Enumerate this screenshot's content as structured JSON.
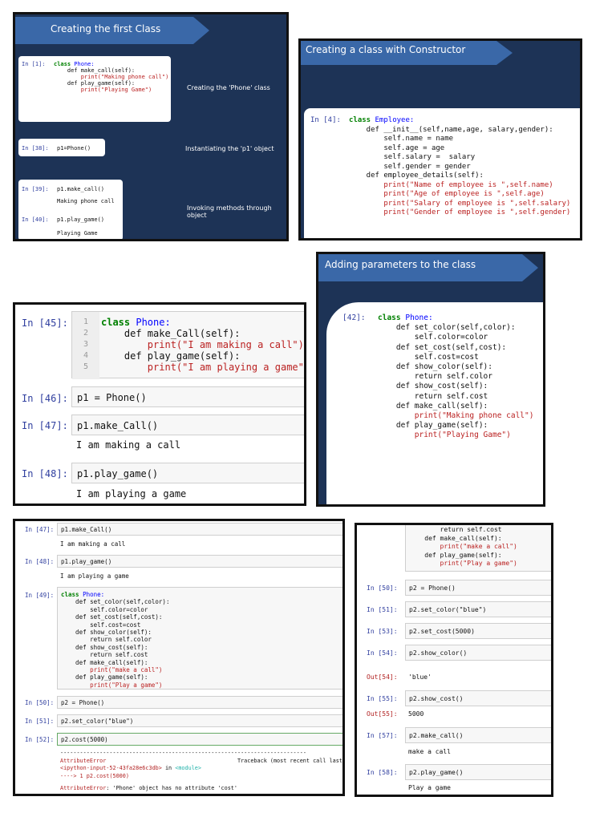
{
  "panel1": {
    "title": "Creating the first Class",
    "cells": [
      {
        "prompt": "In [1]:",
        "lines": [
          "class Phone:",
          "",
          "    def make_call(self):",
          "        print(\"Making phone call\")",
          "",
          "    def play_game(self):",
          "        print(\"Playing Game\")"
        ]
      },
      {
        "prompt": "In [38]:",
        "lines": [
          "p1=Phone()"
        ]
      },
      {
        "prompt": "In [39]:",
        "lines": [
          "p1.make_call()"
        ],
        "output": "Making phone call"
      },
      {
        "prompt": "In [40]:",
        "lines": [
          "p1.play_game()"
        ],
        "output": "Playing Game"
      }
    ],
    "notes": [
      "Creating the 'Phone' class",
      "Instantiating the 'p1' object",
      "Invoking methods through object"
    ]
  },
  "panel2": {
    "title": "Creating a class with Constructor",
    "prompt": "In [4]:",
    "lines": [
      "class Employee:",
      "    def __init__(self,name,age, salary,gender):",
      "",
      "        self.name = name",
      "        self.age = age",
      "        self.salary =  salary",
      "        self.gender = gender",
      "",
      "    def employee_details(self):",
      "        print(\"Name of employee is \",self.name)",
      "        print(\"Age of employee is \",self.age)",
      "        print(\"Salary of employee is \",self.salary)",
      "        print(\"Gender of employee is \",self.gender)"
    ]
  },
  "panel3": {
    "cells": [
      {
        "prompt": "In [45]:",
        "line_numbers": [
          "1",
          "2",
          "3",
          "4",
          "5"
        ],
        "lines": [
          "class Phone:",
          "    def make_Call(self):",
          "        print(\"I am making a call\")",
          "    def play_game(self):",
          "        print(\"I am playing a game\")"
        ]
      },
      {
        "prompt": "In [46]:",
        "lines": [
          "p1 = Phone()"
        ]
      },
      {
        "prompt": "In [47]:",
        "lines": [
          "p1.make_Call()"
        ],
        "output": "I am making a call"
      },
      {
        "prompt": "In [48]:",
        "lines": [
          "p1.play_game()"
        ],
        "output": "I am playing a game"
      }
    ]
  },
  "panel4": {
    "title": "Adding parameters to the class",
    "prompt": "[42]:",
    "lines": [
      "class Phone:",
      "",
      "    def set_color(self,color):",
      "        self.color=color",
      "",
      "    def set_cost(self,cost):",
      "        self.cost=cost",
      "",
      "    def show_color(self):",
      "        return self.color",
      "",
      "    def show_cost(self):",
      "        return self.cost",
      "",
      "    def make_call(self):",
      "        print(\"Making phone call\")",
      "",
      "    def play_game(self):",
      "        print(\"Playing Game\")"
    ]
  },
  "panel5": {
    "cells": [
      {
        "prompt": "In [47]:",
        "lines": [
          "p1.make_Call()"
        ],
        "output": "I am making a call"
      },
      {
        "prompt": "In [48]:",
        "lines": [
          "p1.play_game()"
        ],
        "output": "I am playing a game"
      },
      {
        "prompt": "In [49]:",
        "lines": [
          "class Phone:",
          "    def set_color(self,color):",
          "        self.color=color",
          "    def set_cost(self,cost):",
          "        self.cost=cost",
          "    def show_color(self):",
          "        return self.color",
          "    def show_cost(self):",
          "        return self.cost",
          "    def make_call(self):",
          "        print(\"make a call\")",
          "    def play_game(self):",
          "        print(\"Play a game\")"
        ]
      },
      {
        "prompt": "In [50]:",
        "lines": [
          "p2 = Phone()"
        ]
      },
      {
        "prompt": "In [51]:",
        "lines": [
          "p2.set_color(\"blue\")"
        ]
      },
      {
        "prompt": "In [52]:",
        "lines": [
          "p2.cost(5000)"
        ]
      }
    ],
    "traceback": {
      "dashes": "---------------------------------------------------------------------------",
      "error_name": "AttributeError",
      "traceback_label": "Traceback (most recent call last)",
      "location": "<ipython-input-52-43fa28e6c3db>",
      "in_word": "in",
      "module": "<module>",
      "arrow_line": "----> 1 p2.cost(5000)",
      "message_name": "AttributeError",
      "message": ": 'Phone' object has no attribute 'cost'"
    }
  },
  "panel6": {
    "top_lines": [
      "        return self.cost",
      "    def make_call(self):",
      "        print(\"make a call\")",
      "    def play_game(self):",
      "        print(\"Play a game\")"
    ],
    "cells": [
      {
        "prompt": "In [50]:",
        "lines": [
          "p2 = Phone()"
        ]
      },
      {
        "prompt": "In [51]:",
        "lines": [
          "p2.set_color(\"blue\")"
        ]
      },
      {
        "prompt": "In [53]:",
        "lines": [
          "p2.set_cost(5000)"
        ]
      },
      {
        "prompt": "In [54]:",
        "lines": [
          "p2.show_color()"
        ],
        "out_prompt": "Out[54]:",
        "output": "'blue'"
      },
      {
        "prompt": "In [55]:",
        "lines": [
          "p2.show_cost()"
        ],
        "out_prompt": "Out[55]:",
        "output": "5000"
      },
      {
        "prompt": "In [57]:",
        "lines": [
          "p2.make_call()"
        ],
        "output": "make a call"
      },
      {
        "prompt": "In [58]:",
        "lines": [
          "p2.play_game()"
        ],
        "output": "Play a game"
      }
    ]
  },
  "colors": {
    "slide_bg": "#1d3356",
    "banner": "#3a68a8",
    "keyword": "#008000",
    "string": "#ba2121",
    "prompt": "#303f9f",
    "error": "#b22222"
  }
}
